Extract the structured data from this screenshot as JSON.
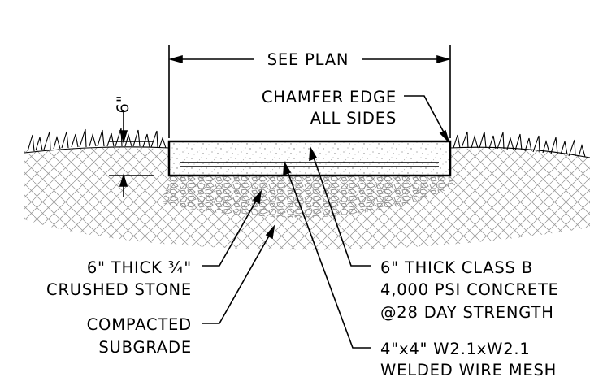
{
  "dimension": {
    "span_label": "SEE PLAN",
    "thickness_label": "6\""
  },
  "callouts": {
    "chamfer": [
      "CHAMFER EDGE",
      "ALL SIDES"
    ],
    "stone": [
      "6\" THICK ¾\"",
      "CRUSHED STONE"
    ],
    "subgrade": [
      "COMPACTED",
      "SUBGRADE"
    ],
    "concrete": [
      "6\" THICK CLASS B",
      "4,000 PSI CONCRETE",
      "@28 DAY STRENGTH"
    ],
    "mesh": [
      "4\"x4\" W2.1xW2.1",
      "WELDED WIRE MESH"
    ]
  },
  "colors": {
    "ink": "#000000",
    "hatch": "#9a9a9a",
    "background": "#ffffff"
  }
}
